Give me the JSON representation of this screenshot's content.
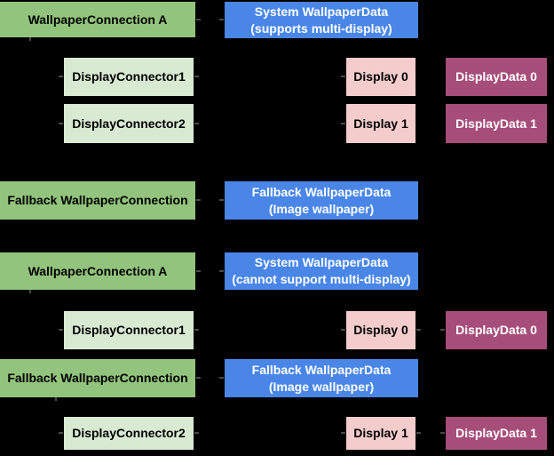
{
  "diagram": {
    "background": "#000000",
    "palette": {
      "wallpaper_connection_fill": "#93C47D",
      "display_connector_fill": "#D9EAD3",
      "wallpaper_data_fill": "#4A86E8",
      "display_fill": "#F4CCCC",
      "display_data_fill": "#A64D79",
      "dark_text": "#000000",
      "light_text": "#FFFFFF"
    },
    "boxes": [
      {
        "id": "wallpaper-connection-a-1",
        "label": "WallpaperConnection A"
      },
      {
        "id": "system-wallpaper-data-multi",
        "line1": "System WallpaperData",
        "line2": "(supports multi-display)"
      },
      {
        "id": "display-connector-1-a",
        "label": "DisplayConnector1"
      },
      {
        "id": "display-0-a",
        "label": "Display 0"
      },
      {
        "id": "display-data-0-a",
        "label": "DisplayData 0"
      },
      {
        "id": "display-connector-2-a",
        "label": "DisplayConnector2"
      },
      {
        "id": "display-1-a",
        "label": "Display 1"
      },
      {
        "id": "display-data-1-a",
        "label": "DisplayData 1"
      },
      {
        "id": "fallback-wallpaper-connection-1",
        "label": "Fallback WallpaperConnection"
      },
      {
        "id": "fallback-wallpaper-data-1",
        "line1": "Fallback WallpaperData",
        "line2": "(Image wallpaper)"
      },
      {
        "id": "wallpaper-connection-a-2",
        "label": "WallpaperConnection A"
      },
      {
        "id": "system-wallpaper-data-no-multi",
        "line1": "System WallpaperData",
        "line2": "(cannot support multi-display)"
      },
      {
        "id": "display-connector-1-b",
        "label": "DisplayConnector1"
      },
      {
        "id": "display-0-b",
        "label": "Display 0"
      },
      {
        "id": "display-data-0-b",
        "label": "DisplayData 0"
      },
      {
        "id": "fallback-wallpaper-connection-2",
        "label": "Fallback WallpaperConnection"
      },
      {
        "id": "fallback-wallpaper-data-2",
        "line1": "Fallback WallpaperData",
        "line2": "(Image wallpaper)"
      },
      {
        "id": "display-connector-2-b",
        "label": "DisplayConnector2"
      },
      {
        "id": "display-1-b",
        "label": "Display 1"
      },
      {
        "id": "display-data-1-b",
        "label": "DisplayData 1"
      }
    ]
  }
}
